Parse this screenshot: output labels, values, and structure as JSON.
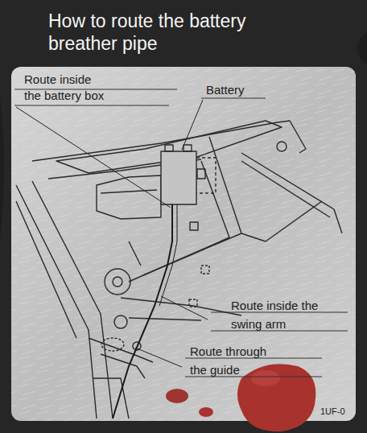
{
  "diagram": {
    "title": "How to route the battery breather pipe",
    "labels": [
      "Route inside the battery box",
      "Battery",
      "Route inside the swing arm",
      "Route through the guide",
      "1UF-0"
    ]
  }
}
